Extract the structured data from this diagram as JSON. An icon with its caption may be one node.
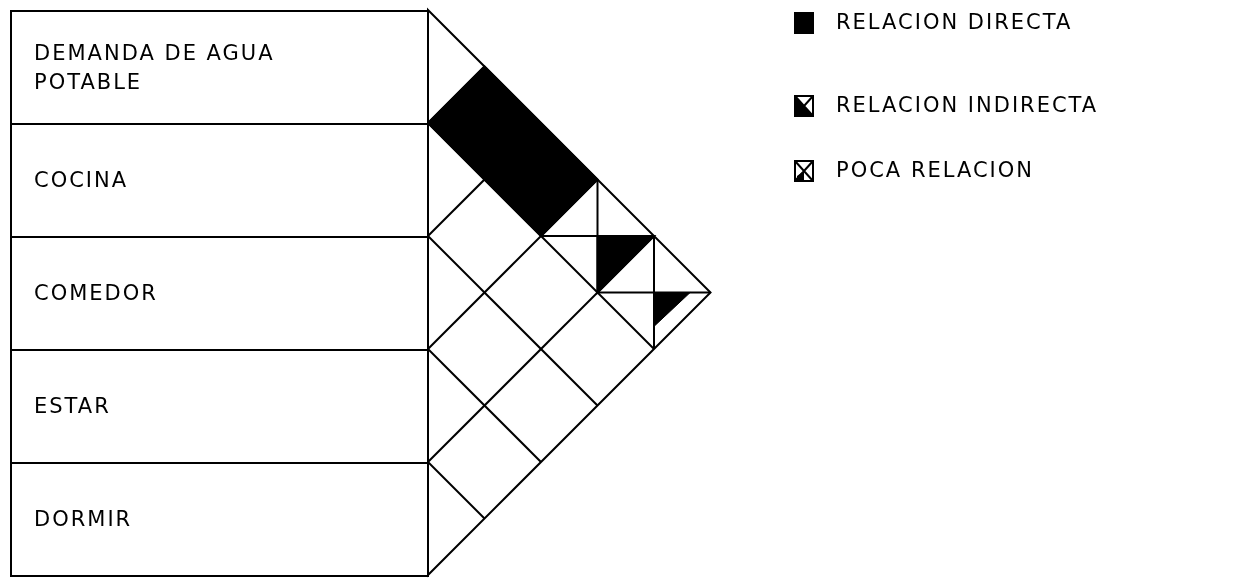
{
  "diagram": {
    "nodes": [
      {
        "text": [
          "DEMANDA DE AGUA POTABLE"
        ]
      },
      {
        "text": [
          "COCINA"
        ]
      },
      {
        "text": [
          "COMEDOR"
        ]
      },
      {
        "text": [
          "ESTAR"
        ]
      },
      {
        "text": [
          "DORMIR"
        ]
      }
    ],
    "legend": [
      {
        "text": "RELACION DIRECTA",
        "color": "#000000"
      },
      {
        "text": "RELACION INDIRECTA"
      },
      {
        "text": "POCA RELACION"
      }
    ]
  }
}
